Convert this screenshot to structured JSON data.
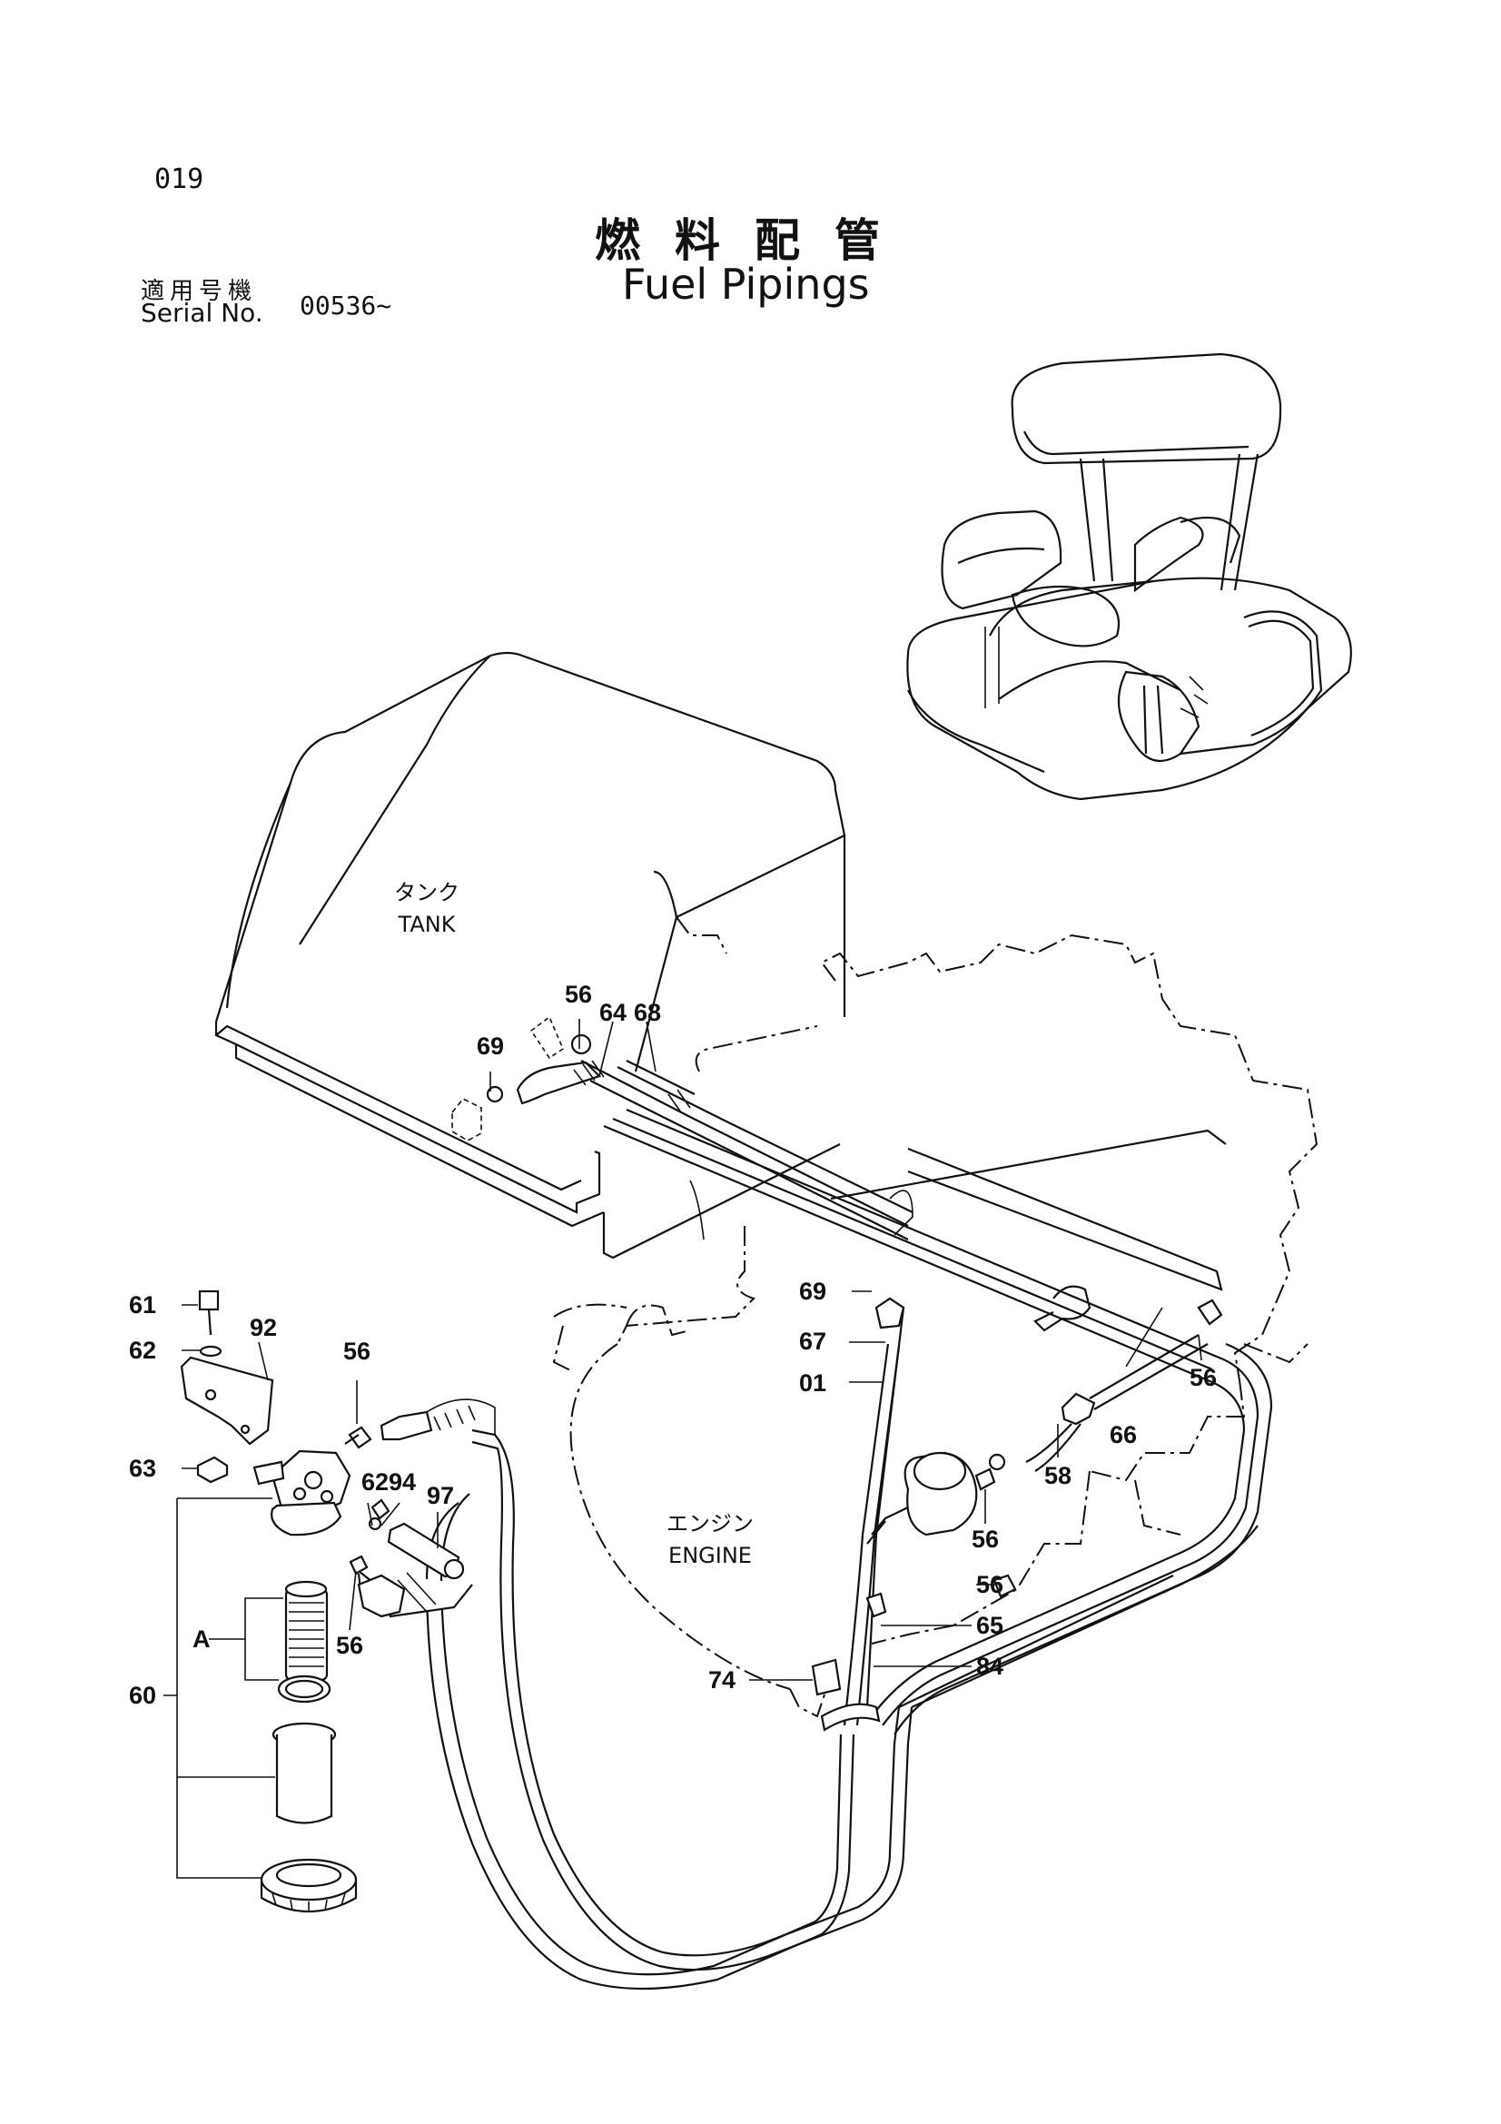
{
  "page_number": "019",
  "title": {
    "japanese": "燃料配管",
    "english": "Fuel Pipings"
  },
  "serial": {
    "label_japanese": "適用号機",
    "label_english": "Serial No.",
    "value": "00536~"
  },
  "area_labels": {
    "tank_jp": "タンク",
    "tank_en": "TANK",
    "engine_jp": "エンジン",
    "engine_en": "ENGINE"
  },
  "callouts": {
    "c56_tank": "56",
    "c64": "64",
    "c68": "68",
    "c69_tank": "69",
    "c69_line": "69",
    "c67": "67",
    "c01": "01",
    "c61": "61",
    "c62_left": "62",
    "c92": "92",
    "c63": "63",
    "c56_filter_top": "56",
    "c62_mid": "62",
    "c94": "94",
    "c97": "97",
    "c56_filter_bottom": "56",
    "cA": "A",
    "c60": "60",
    "c56_right_bracket": "56",
    "c58": "58",
    "c66": "66",
    "c56_pump": "56",
    "c56_clamp": "56",
    "c65": "65",
    "c84": "84",
    "c74": "74"
  }
}
